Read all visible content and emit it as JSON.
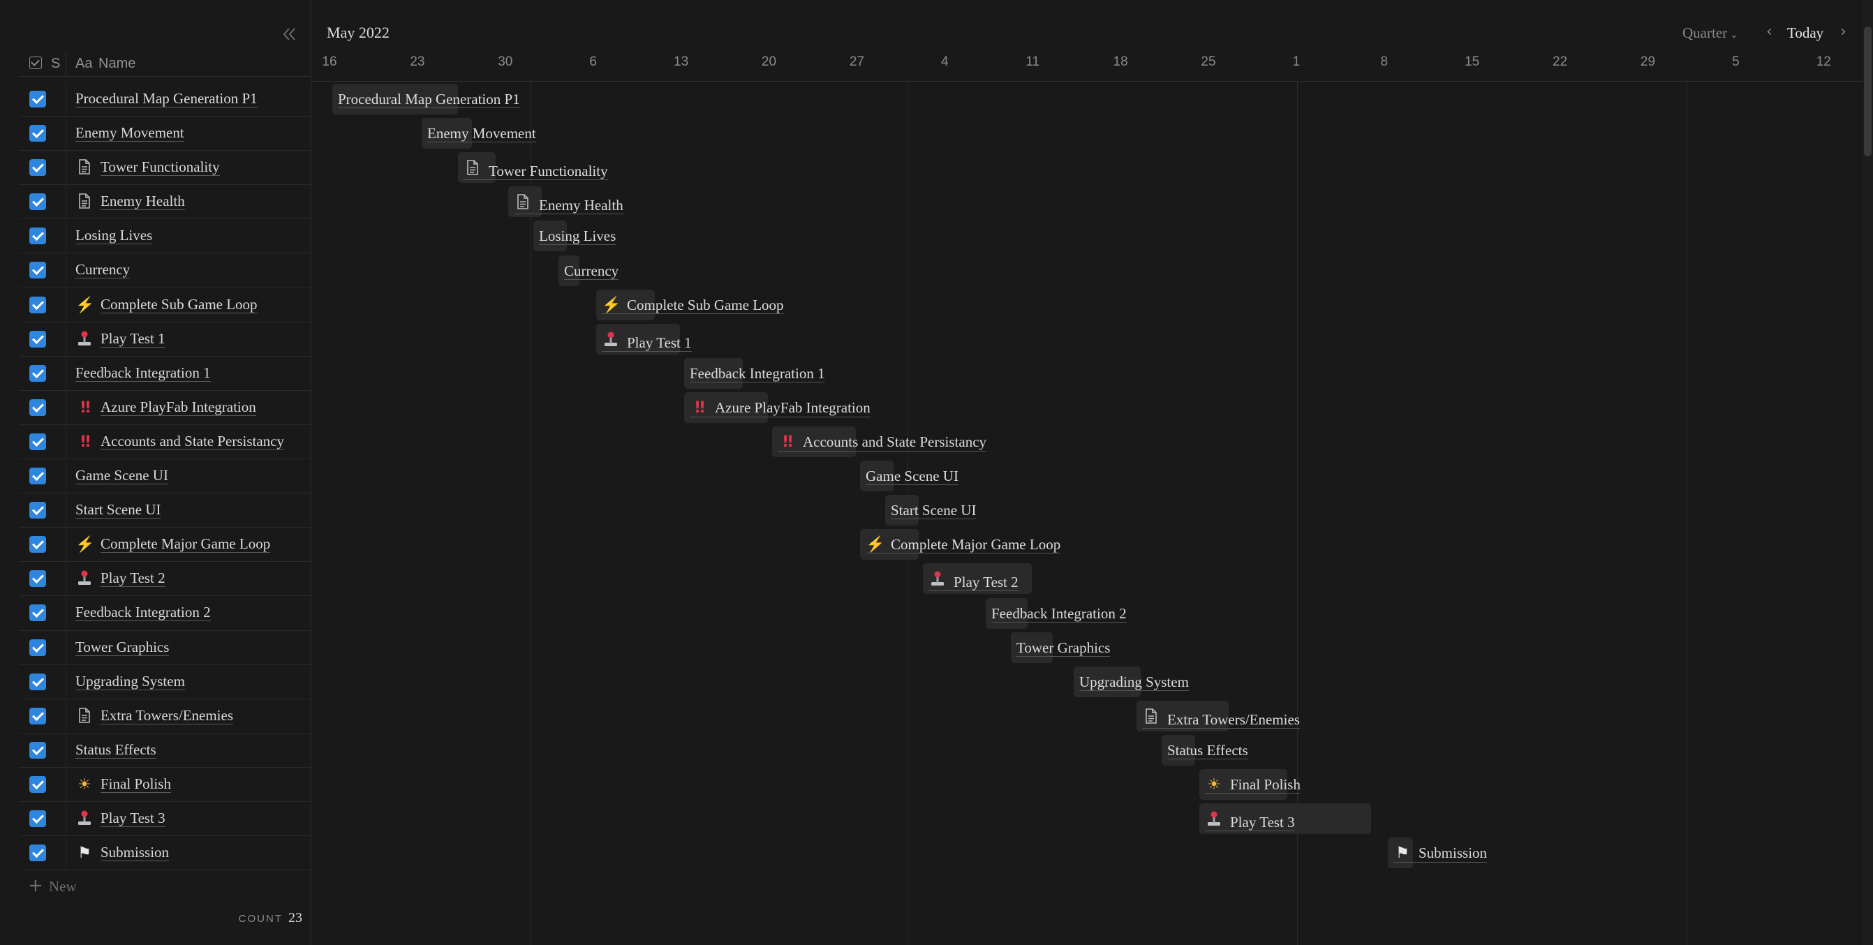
{
  "left_panel": {
    "header": {
      "status_col": "S",
      "name_col_icon": "Aa",
      "name_col": "Name"
    },
    "new_label": "New",
    "count_label": "COUNT",
    "count_value": "23"
  },
  "timeline": {
    "month": "May 2022",
    "days": [
      "16",
      "23",
      "30",
      "6",
      "13",
      "20",
      "27",
      "4",
      "11",
      "18",
      "25",
      "1",
      "8",
      "15",
      "22",
      "29",
      "5",
      "12"
    ]
  },
  "controls": {
    "view": "Quarter",
    "today": "Today"
  },
  "tasks": [
    {
      "name": "Procedural Map Generation P1",
      "icon": "none",
      "done": true
    },
    {
      "name": "Enemy Movement",
      "icon": "none",
      "done": true
    },
    {
      "name": "Tower Functionality",
      "icon": "page-icon",
      "done": true
    },
    {
      "name": "Enemy Health",
      "icon": "page-icon",
      "done": true
    },
    {
      "name": "Losing Lives",
      "icon": "none",
      "done": true
    },
    {
      "name": "Currency",
      "icon": "none",
      "done": true
    },
    {
      "name": "Complete Sub Game Loop",
      "icon": "lightning-icon",
      "done": true
    },
    {
      "name": "Play Test 1",
      "icon": "joystick-icon",
      "done": true
    },
    {
      "name": "Feedback Integration 1",
      "icon": "none",
      "done": true
    },
    {
      "name": "Azure PlayFab Integration",
      "icon": "double-exclamation-icon",
      "done": true
    },
    {
      "name": "Accounts and State Persistancy",
      "icon": "double-exclamation-icon",
      "done": true
    },
    {
      "name": "Game Scene UI",
      "icon": "none",
      "done": true
    },
    {
      "name": "Start Scene UI",
      "icon": "none",
      "done": true
    },
    {
      "name": "Complete Major Game Loop",
      "icon": "lightning-icon",
      "done": true
    },
    {
      "name": "Play Test 2",
      "icon": "joystick-icon",
      "done": true
    },
    {
      "name": "Feedback Integration 2",
      "icon": "none",
      "done": true
    },
    {
      "name": "Tower Graphics",
      "icon": "none",
      "done": true
    },
    {
      "name": "Upgrading System",
      "icon": "none",
      "done": true
    },
    {
      "name": "Extra Towers/Enemies",
      "icon": "page-icon",
      "done": true
    },
    {
      "name": "Status Effects",
      "icon": "none",
      "done": true
    },
    {
      "name": "Final Polish",
      "icon": "sun-icon",
      "done": true
    },
    {
      "name": "Play Test 3",
      "icon": "joystick-icon",
      "done": true
    },
    {
      "name": "Submission",
      "icon": "checkered-flag-icon",
      "done": true
    }
  ],
  "colors": {
    "background": "#191919",
    "checkbox": "#2e86de",
    "bar": "#2a2a2a",
    "text": "#d4d4d4"
  }
}
